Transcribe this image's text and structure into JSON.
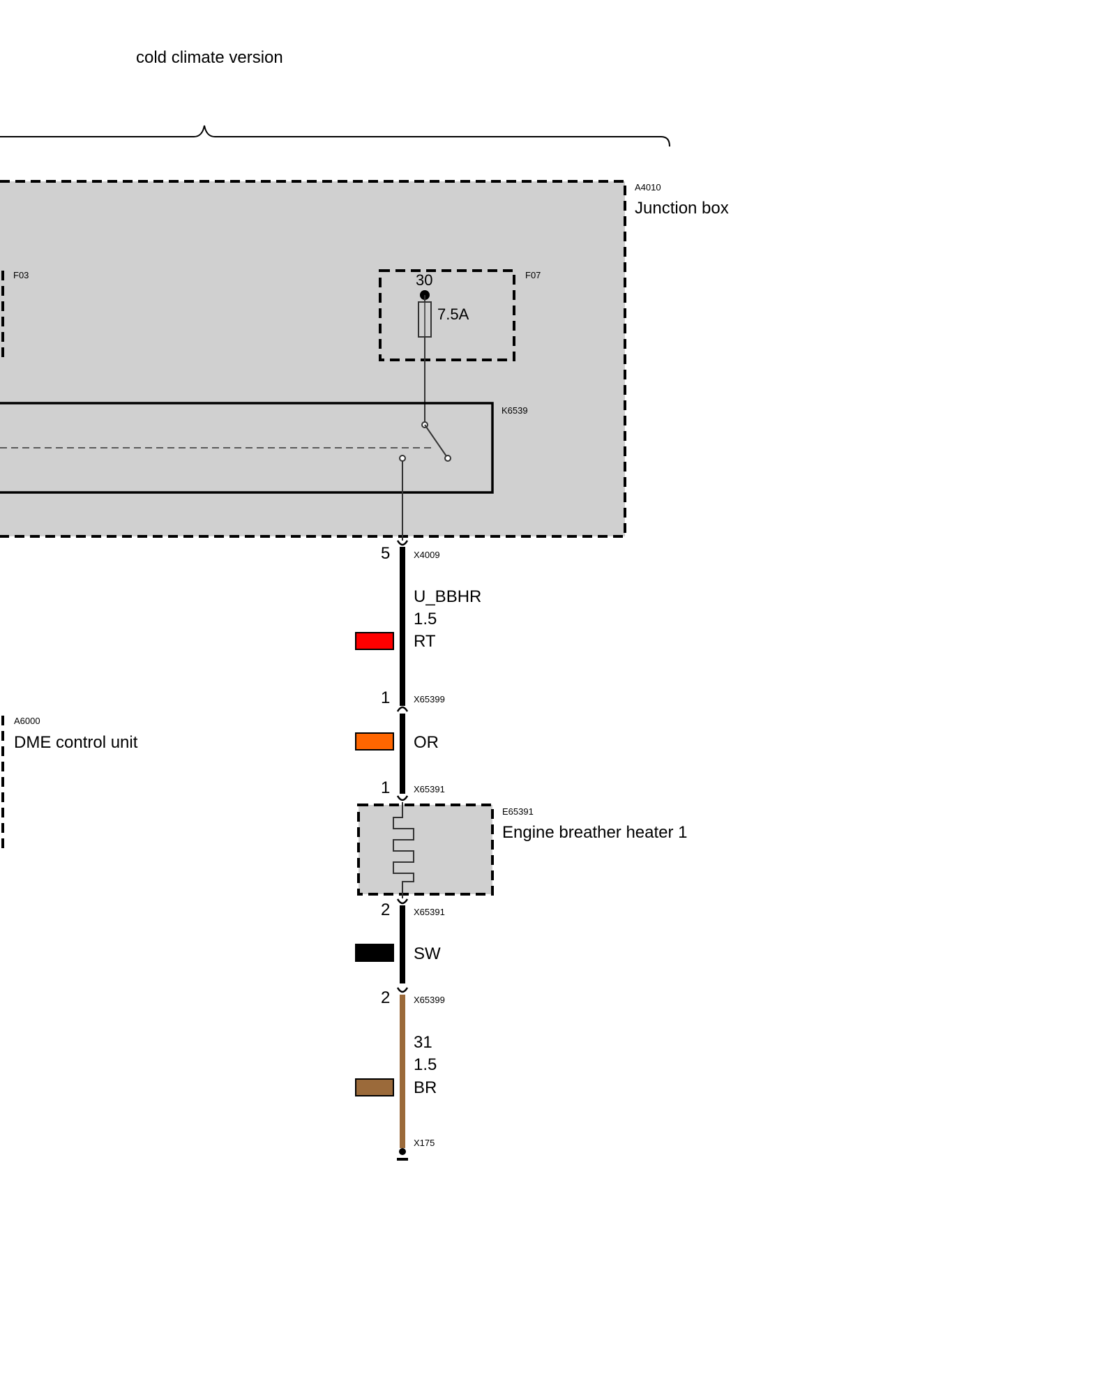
{
  "header": {
    "variant_label": "cold climate version"
  },
  "junction_box": {
    "id": "A4010",
    "name": "Junction box"
  },
  "fuse_f03": {
    "id": "F03"
  },
  "fuse_f07": {
    "id": "F07",
    "terminal": "30",
    "rating": "7.5A"
  },
  "relay": {
    "id": "K6539"
  },
  "dme": {
    "id": "A6000",
    "name": "DME control unit"
  },
  "heater": {
    "id": "E65391",
    "name": "Engine breather heater 1"
  },
  "connectors": {
    "x4009": {
      "id": "X4009",
      "pin": "5"
    },
    "x65399_top": {
      "id": "X65399",
      "pin": "1"
    },
    "x65391_top": {
      "id": "X65391",
      "pin": "1"
    },
    "x65391_bottom": {
      "id": "X65391",
      "pin": "2"
    },
    "x65399_bottom": {
      "id": "X65399",
      "pin": "2"
    },
    "x175": {
      "id": "X175"
    }
  },
  "wires": {
    "w1": {
      "signal": "U_BBHR",
      "gauge": "1.5",
      "color_code": "RT",
      "color": "#ff0000"
    },
    "w2": {
      "color_code": "OR",
      "color": "#ff6600"
    },
    "w3": {
      "color_code": "SW",
      "color": "#000000"
    },
    "w4": {
      "signal": "31",
      "gauge": "1.5",
      "color_code": "BR",
      "color": "#9b6a3a"
    }
  }
}
